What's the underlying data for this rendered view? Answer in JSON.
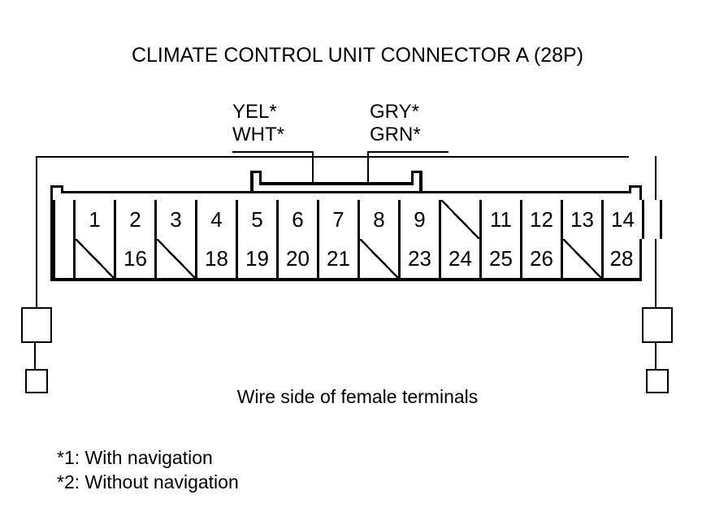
{
  "title": "CLIMATE CONTROL UNIT CONNECTOR A (28P)",
  "wire_labels": {
    "left": {
      "line1": "YEL*",
      "line2": "WHT*"
    },
    "right": {
      "line1": "GRY*",
      "line2": "GRN*"
    }
  },
  "connector": {
    "pin_count": "28",
    "top_row": [
      {
        "label": "1",
        "type": "pin"
      },
      {
        "label": "2",
        "type": "pin"
      },
      {
        "label": "3",
        "type": "pin"
      },
      {
        "label": "4",
        "type": "pin"
      },
      {
        "label": "5",
        "type": "pin"
      },
      {
        "label": "6",
        "type": "pin"
      },
      {
        "label": "7",
        "type": "pin"
      },
      {
        "label": "8",
        "type": "pin"
      },
      {
        "label": "9",
        "type": "pin"
      },
      {
        "label": "",
        "type": "blank"
      },
      {
        "label": "11",
        "type": "pin"
      },
      {
        "label": "12",
        "type": "pin"
      },
      {
        "label": "13",
        "type": "pin"
      },
      {
        "label": "14",
        "type": "pin"
      }
    ],
    "bottom_row": [
      {
        "label": "",
        "type": "blank"
      },
      {
        "label": "16",
        "type": "pin"
      },
      {
        "label": "",
        "type": "blank"
      },
      {
        "label": "18",
        "type": "pin"
      },
      {
        "label": "19",
        "type": "pin"
      },
      {
        "label": "20",
        "type": "pin"
      },
      {
        "label": "21",
        "type": "pin"
      },
      {
        "label": "",
        "type": "blank"
      },
      {
        "label": "23",
        "type": "pin"
      },
      {
        "label": "24",
        "type": "pin"
      },
      {
        "label": "25",
        "type": "pin"
      },
      {
        "label": "26",
        "type": "pin"
      },
      {
        "label": "",
        "type": "blank"
      },
      {
        "label": "28",
        "type": "pin"
      }
    ]
  },
  "caption": "Wire side of female terminals",
  "footnotes": {
    "note1": "*1: With navigation",
    "note2": "*2: Without navigation"
  },
  "colors": {
    "ink": "#000000",
    "paper": "#ffffff"
  }
}
